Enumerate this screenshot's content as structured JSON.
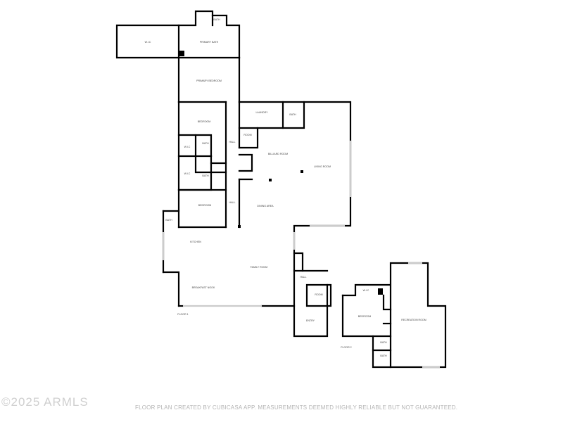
{
  "rooms": [
    {
      "id": "wic-primary",
      "label": "W.I.C"
    },
    {
      "id": "primary-bath",
      "label": "PRIMARY BATH"
    },
    {
      "id": "bath-top",
      "label": "BATH"
    },
    {
      "id": "primary-bedroom",
      "label": "PRIMARY BEDROOM"
    },
    {
      "id": "bedroom-1",
      "label": "BEDROOM"
    },
    {
      "id": "wic-1",
      "label": "W.I.C"
    },
    {
      "id": "bath-1",
      "label": "BATH"
    },
    {
      "id": "wic-2",
      "label": "W.I.C"
    },
    {
      "id": "bath-2",
      "label": "BATH"
    },
    {
      "id": "bedroom-2",
      "label": "BEDROOM"
    },
    {
      "id": "hall-1",
      "label": "HALL"
    },
    {
      "id": "hall-2",
      "label": "HALL"
    },
    {
      "id": "bath-3",
      "label": "BATH"
    },
    {
      "id": "laundry",
      "label": "LAUNDRY"
    },
    {
      "id": "bath-4",
      "label": "BATH"
    },
    {
      "id": "room-1",
      "label": "ROOM"
    },
    {
      "id": "billiard-room",
      "label": "BILLIARD ROOM"
    },
    {
      "id": "living-room",
      "label": "LIVING ROOM"
    },
    {
      "id": "dining-area",
      "label": "DINING AREA"
    },
    {
      "id": "kitchen",
      "label": "KITCHEN"
    },
    {
      "id": "family-room",
      "label": "FAMILY ROOM"
    },
    {
      "id": "breakfast-nook",
      "label": "BREAKFAST NOOK"
    },
    {
      "id": "hall-3",
      "label": "HALL"
    },
    {
      "id": "room-2",
      "label": "ROOM"
    },
    {
      "id": "entry",
      "label": "ENTRY"
    },
    {
      "id": "wic-3",
      "label": "W.I.C"
    },
    {
      "id": "bedroom-3",
      "label": "BEDROOM"
    },
    {
      "id": "recreation-room",
      "label": "RECREATION ROOM"
    },
    {
      "id": "bath-5",
      "label": "BATH"
    },
    {
      "id": "bath-6",
      "label": "BATH"
    }
  ],
  "floor_labels": [
    "FLOOR 1",
    "FLOOR 2"
  ],
  "watermark": "©2025 ARMLS",
  "disclaimer": "FLOOR PLAN CREATED BY CUBICASA APP. MEASUREMENTS DEEMED HIGHLY RELIABLE BUT NOT GUARANTEED.",
  "colors": {
    "wall": "#000000",
    "window": "#cccccc",
    "text": "#444444"
  }
}
